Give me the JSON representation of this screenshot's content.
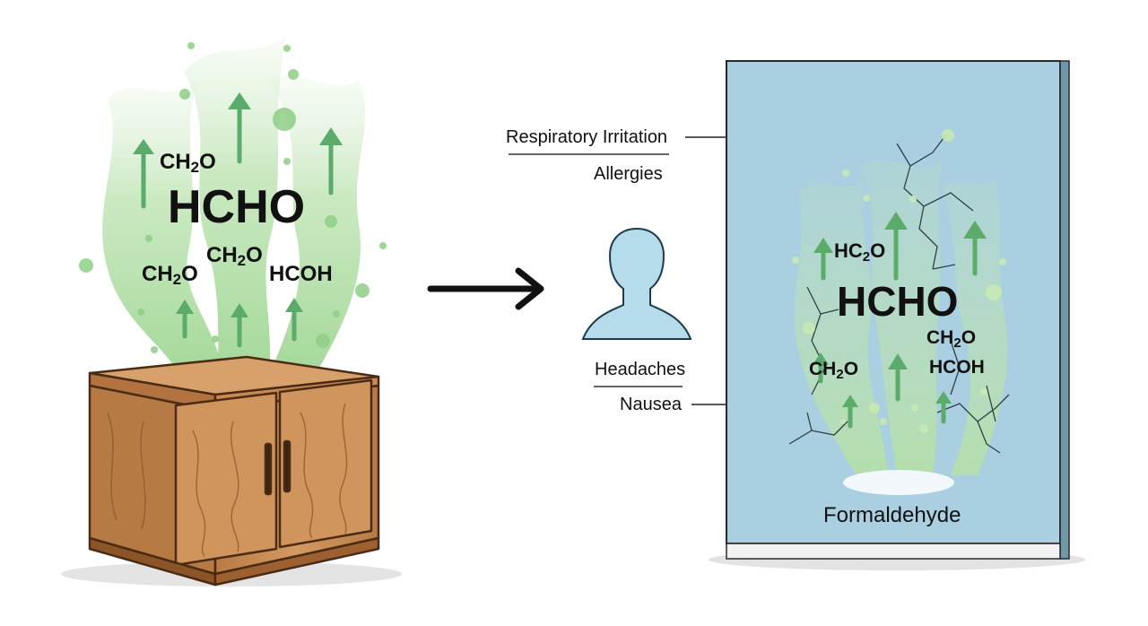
{
  "left_emission": {
    "main": "HCHO",
    "formulas": [
      {
        "base": "CH",
        "sub": "2",
        "tail": "O"
      },
      {
        "base": "CH",
        "sub": "2",
        "tail": "O"
      },
      {
        "base": "CH",
        "sub": "2",
        "tail": "O"
      },
      {
        "base": "HCOH",
        "sub": "",
        "tail": ""
      }
    ]
  },
  "symptoms": {
    "top": [
      "Respiratory Irritation",
      "Allergies"
    ],
    "bottom": [
      "Headaches",
      "Nausea"
    ]
  },
  "panel": {
    "main": "HCHO",
    "formulas": [
      {
        "base": "HC",
        "sub": "2",
        "tail": "O"
      },
      {
        "base": "CH",
        "sub": "2",
        "tail": "O"
      },
      {
        "base": "CH",
        "sub": "2",
        "tail": "O"
      },
      {
        "base": "HCOH",
        "sub": "",
        "tail": ""
      }
    ],
    "caption": "Formaldehyde"
  },
  "icons": {
    "cabinet": "wooden-cabinet-icon",
    "arrow": "arrow-right-icon",
    "person": "person-head-icon"
  },
  "colors": {
    "gas": "#a8d8a0",
    "gas_arrow": "#5bab6b",
    "wood": "#c98b55",
    "panel": "#a9cfe0",
    "person": "#b6dcec"
  }
}
